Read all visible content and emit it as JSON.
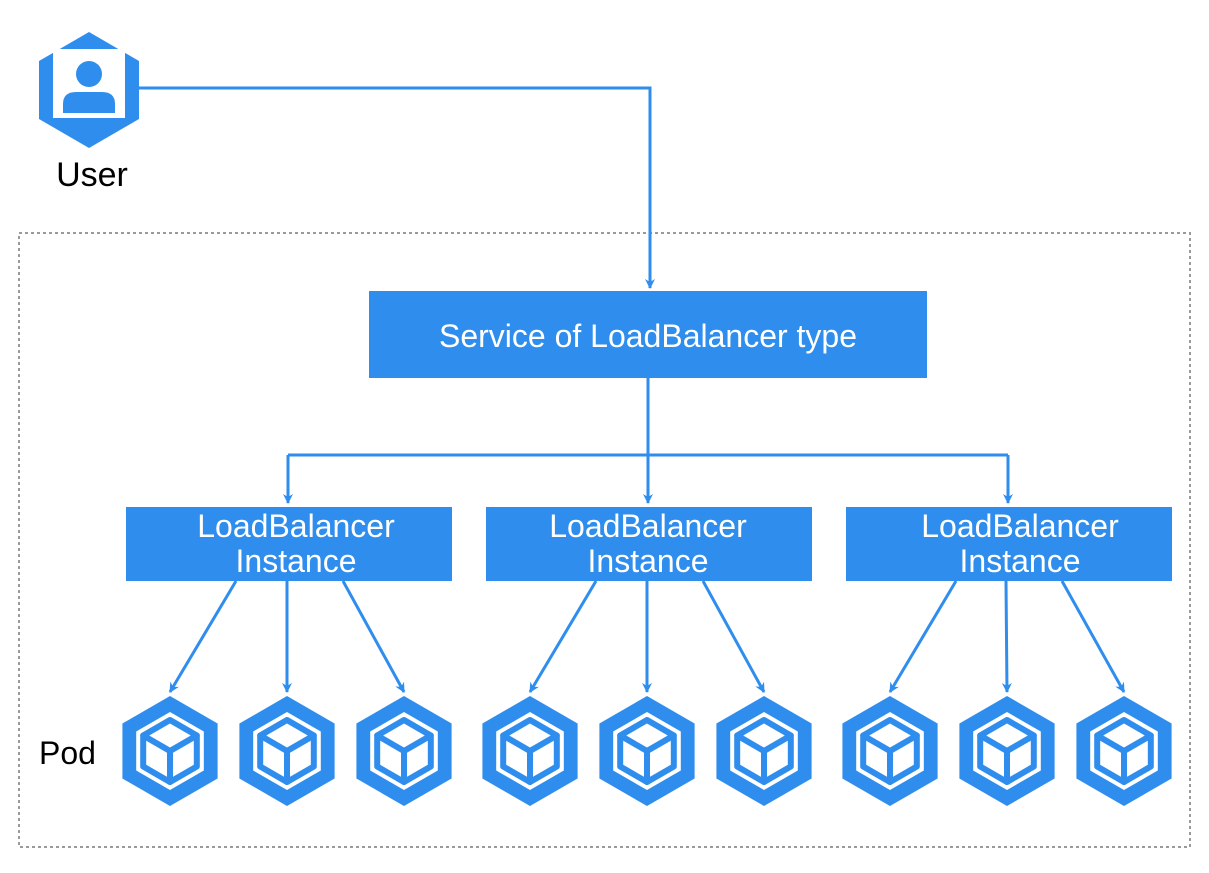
{
  "user": {
    "label": "User",
    "icon": "user-icon"
  },
  "service": {
    "label": "Service of LoadBalancer type"
  },
  "load_balancers": [
    {
      "line1": "LoadBalancer",
      "line2": "Instance"
    },
    {
      "line1": "LoadBalancer",
      "line2": "Instance"
    },
    {
      "line1": "LoadBalancer",
      "line2": "Instance"
    }
  ],
  "pod": {
    "label": "Pod",
    "icon": "pod-cube-icon"
  },
  "colors": {
    "accent": "#2f8eed",
    "text_dark": "#000000",
    "text_light": "#ffffff",
    "boundary": "#9a9a9a"
  }
}
